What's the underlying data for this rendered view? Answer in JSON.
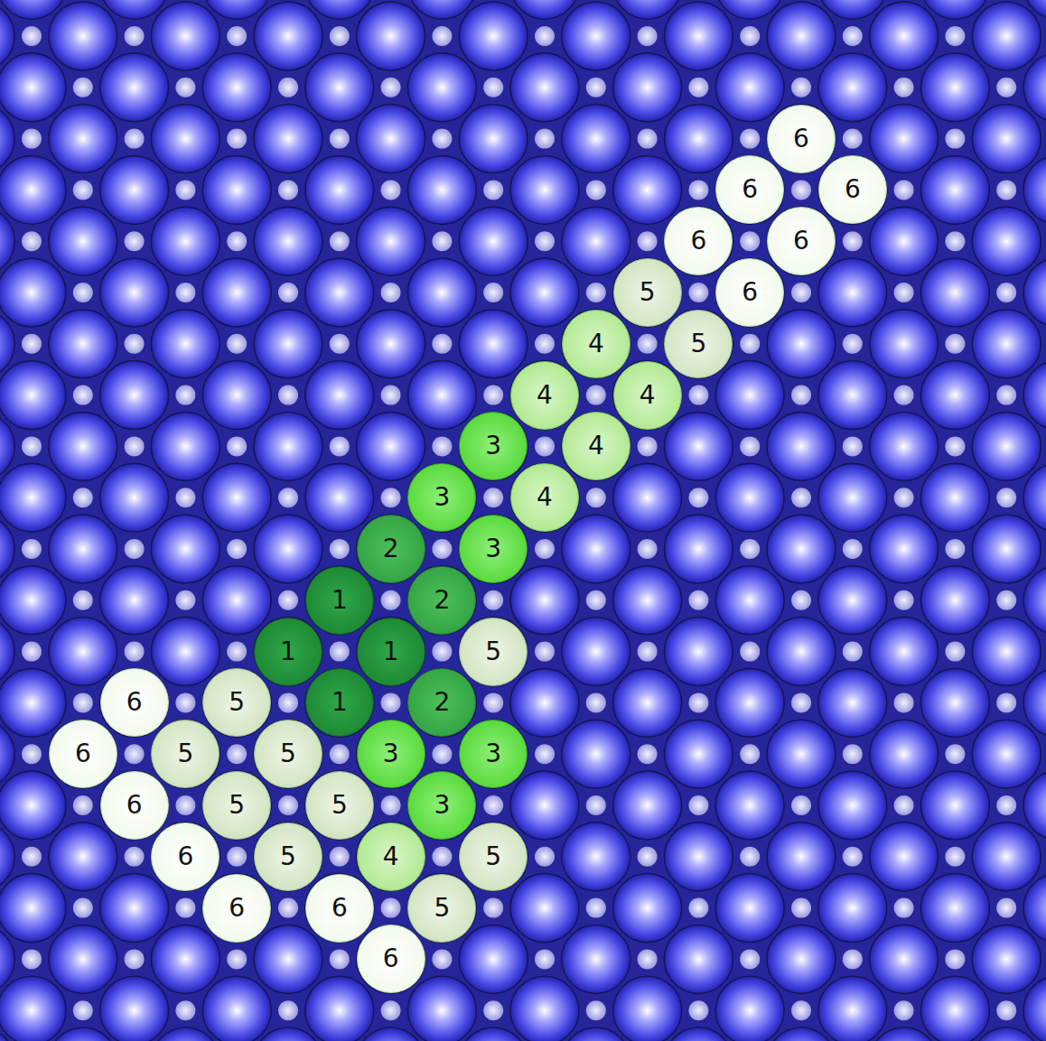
{
  "diagram": {
    "nodes": [
      {
        "text": [
          "6"
        ]
      },
      {
        "text": [
          "6"
        ]
      },
      {
        "text": [
          "6"
        ]
      },
      {
        "text": [
          "6"
        ]
      },
      {
        "text": [
          "6"
        ]
      },
      {
        "text": [
          "5"
        ]
      },
      {
        "text": [
          "6"
        ]
      },
      {
        "text": [
          "4"
        ]
      },
      {
        "text": [
          "5"
        ]
      },
      {
        "text": [
          "4"
        ]
      },
      {
        "text": [
          "4"
        ]
      },
      {
        "text": [
          "3"
        ]
      },
      {
        "text": [
          "4"
        ]
      },
      {
        "text": [
          "3"
        ]
      },
      {
        "text": [
          "4"
        ]
      },
      {
        "text": [
          "2"
        ]
      },
      {
        "text": [
          "3"
        ]
      },
      {
        "text": [
          "1"
        ]
      },
      {
        "text": [
          "2"
        ]
      },
      {
        "text": [
          "1"
        ]
      },
      {
        "text": [
          "1"
        ]
      },
      {
        "text": [
          "5"
        ]
      },
      {
        "text": [
          "6"
        ]
      },
      {
        "text": [
          "5"
        ]
      },
      {
        "text": [
          "1"
        ]
      },
      {
        "text": [
          "2"
        ]
      },
      {
        "text": [
          "6"
        ]
      },
      {
        "text": [
          "5"
        ]
      },
      {
        "text": [
          "5"
        ]
      },
      {
        "text": [
          "3"
        ]
      },
      {
        "text": [
          "3"
        ]
      },
      {
        "text": [
          "6"
        ]
      },
      {
        "text": [
          "5"
        ]
      },
      {
        "text": [
          "5"
        ]
      },
      {
        "text": [
          "3"
        ]
      },
      {
        "text": [
          "6"
        ]
      },
      {
        "text": [
          "5"
        ]
      },
      {
        "text": [
          "4"
        ]
      },
      {
        "text": [
          "5"
        ]
      },
      {
        "text": [
          "6"
        ]
      },
      {
        "text": [
          "6"
        ]
      },
      {
        "text": [
          "5"
        ]
      },
      {
        "text": [
          "6"
        ]
      }
    ]
  }
}
